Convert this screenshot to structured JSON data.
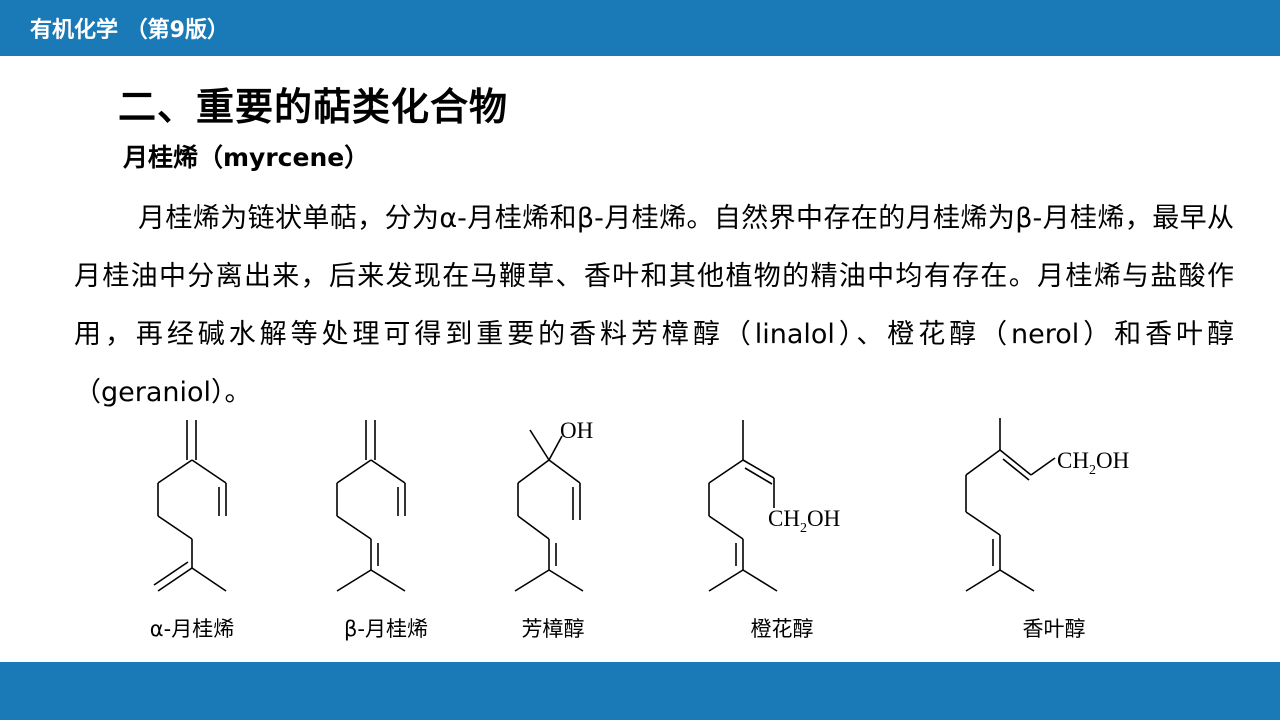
{
  "header": {
    "course_title": "有机化学 （第9版）"
  },
  "section": {
    "heading": "二、重要的萜类化合物",
    "subheading": "月桂烯（myrcene）"
  },
  "body_text": "月桂烯为链状单萜，分为α-月桂烯和β-月桂烯。自然界中存在的月桂烯为β-月桂烯，最早从月桂油中分离出来，后来发现在马鞭草、香叶和其他植物的精油中均有存在。月桂烯与盐酸作用，再经碱水解等处理可得到重要的香料芳樟醇（linalol）、橙花醇（nerol）和香叶醇（geraniol）。",
  "structures": [
    {
      "caption": "α-月桂烯"
    },
    {
      "caption": "β-月桂烯"
    },
    {
      "caption": "芳樟醇",
      "group_label": "OH"
    },
    {
      "caption": "橙花醇",
      "group_label": {
        "ch": "CH",
        "sub": "2",
        "oh": "OH"
      }
    },
    {
      "caption": "香叶醇",
      "group_label": {
        "ch": "CH",
        "sub": "2",
        "oh": "OH"
      }
    }
  ],
  "colors": {
    "bar": "#1a7ab8",
    "header_text": "#ffffff",
    "background": "#ffffff"
  }
}
